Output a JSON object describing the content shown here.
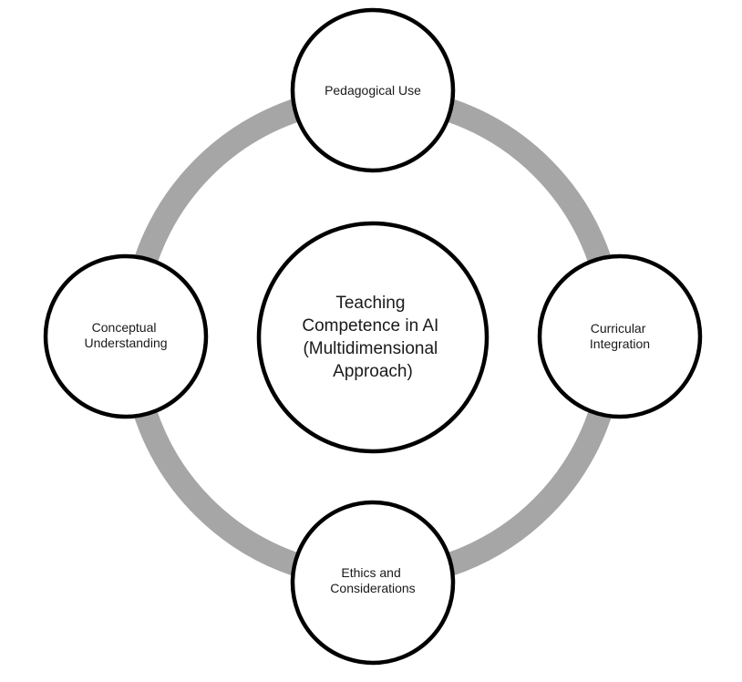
{
  "diagram": {
    "center": {
      "lines": [
        "Teaching",
        "Competence in AI",
        "(Multidimensional",
        "Approach)"
      ]
    },
    "nodes": {
      "top": {
        "lines": [
          "Pedagogical Use"
        ]
      },
      "right": {
        "lines": [
          "Curricular",
          "Integration"
        ]
      },
      "bottom": {
        "lines": [
          "Ethics and",
          "Considerations"
        ]
      },
      "left": {
        "lines": [
          "Conceptual",
          "Understanding"
        ]
      }
    },
    "colors": {
      "ring": "#a6a6a6",
      "circle_stroke": "#000000",
      "circle_fill": "#ffffff",
      "text": "#1a1a1a"
    }
  }
}
